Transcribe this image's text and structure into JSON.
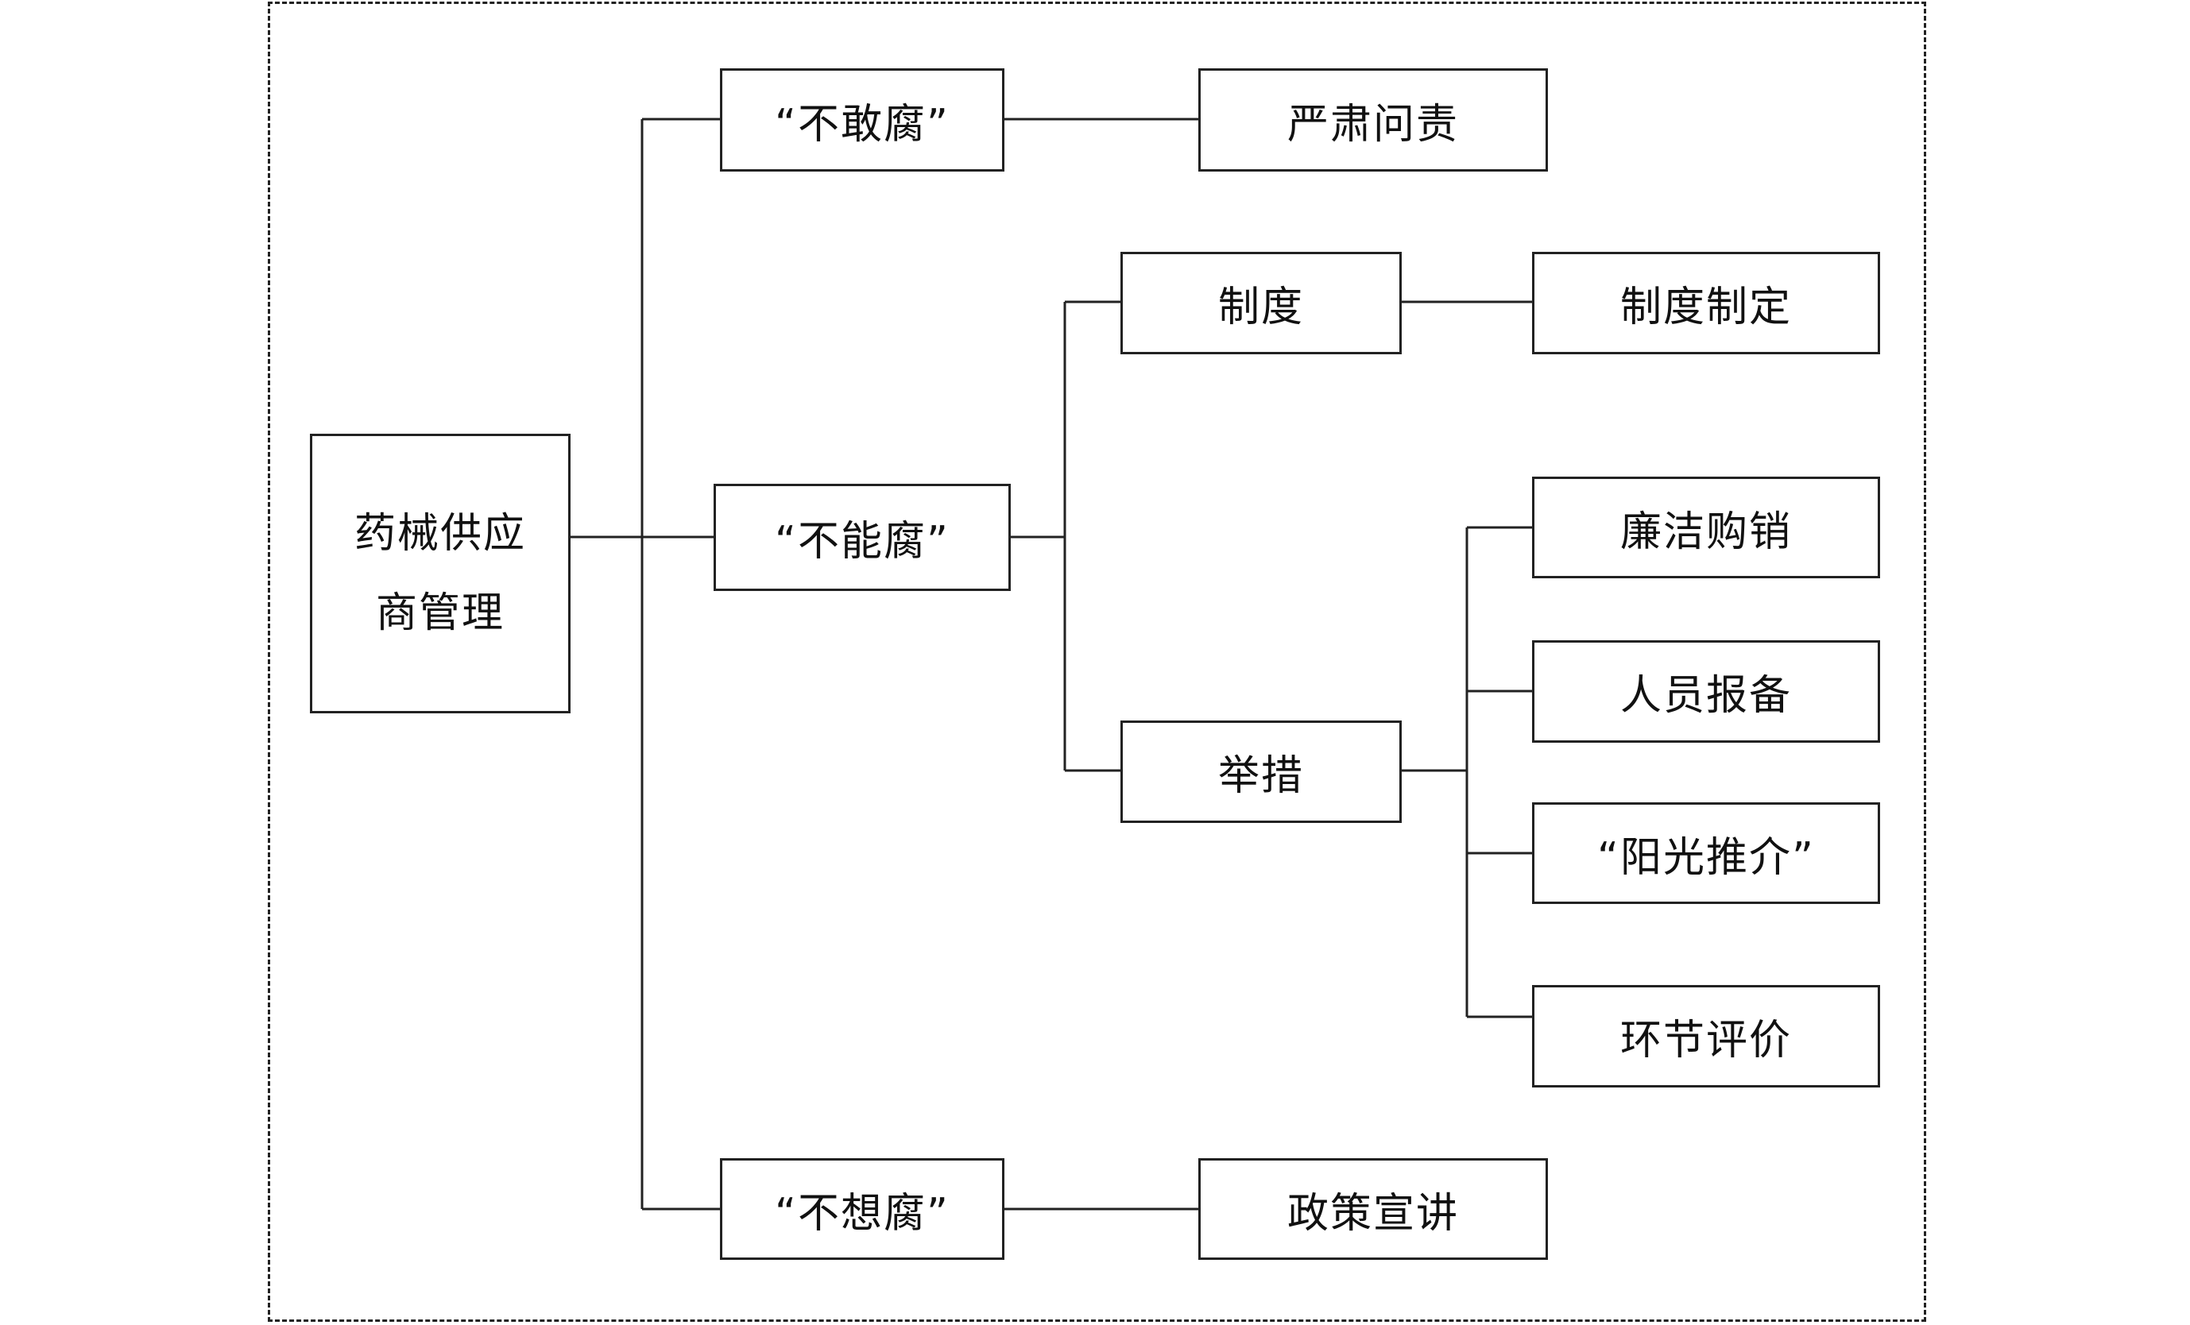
{
  "diagram": {
    "root": "药械供应商管理",
    "branches": [
      {
        "label": "“不敢腐”",
        "children": [
          {
            "label": "严肃问责"
          }
        ]
      },
      {
        "label": "“不能腐”",
        "children": [
          {
            "label": "制度",
            "children": [
              {
                "label": "制度制定"
              }
            ]
          },
          {
            "label": "举措",
            "children": [
              {
                "label": "廉洁购销"
              },
              {
                "label": "人员报备"
              },
              {
                "label": "“阳光推介”"
              },
              {
                "label": "环节评价"
              }
            ]
          }
        ]
      },
      {
        "label": "“不想腐”",
        "children": [
          {
            "label": "政策宣讲"
          }
        ]
      }
    ]
  },
  "colors": {
    "line": "#222222",
    "background": "#ffffff"
  }
}
